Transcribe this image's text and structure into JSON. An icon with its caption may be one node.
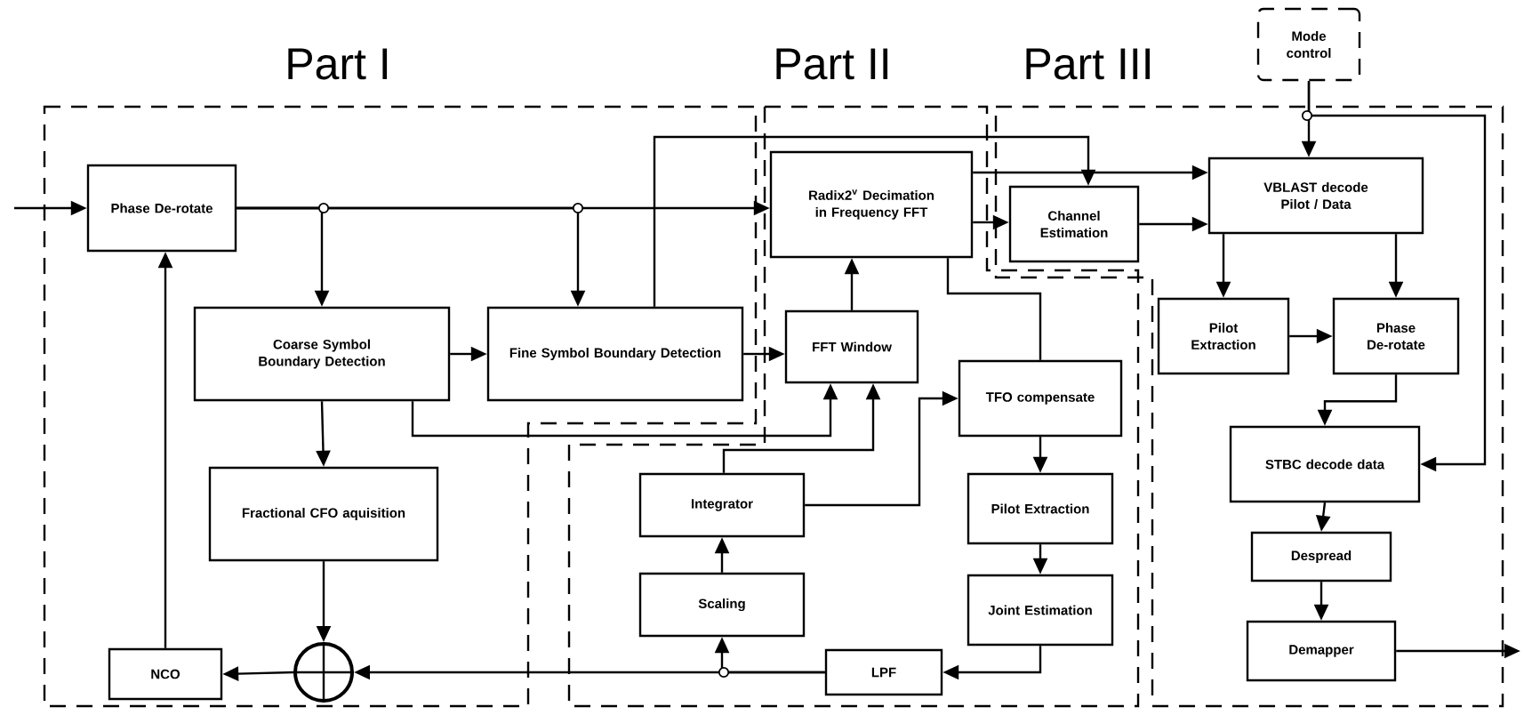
{
  "diagram": {
    "nodes": [
      {
        "text": [
          "Phase De-rotate"
        ]
      },
      {
        "text": [
          "Coarse Symbol Boundary Detection"
        ]
      },
      {
        "text": [
          "Fine Symbol Boundary Detection"
        ]
      },
      {
        "text": [
          "Radix2$^{v}$ Decimation in Frequency FFT"
        ]
      },
      {
        "text": [
          "Channel Estimation"
        ]
      },
      {
        "text": [
          "VBLAST decode Pilot / Data"
        ]
      },
      {
        "text": [
          "FFT Window"
        ]
      },
      {
        "text": [
          "TFO compensate"
        ]
      },
      {
        "text": [
          "Pilot Extraction"
        ]
      },
      {
        "text": [
          "Joint Estimation"
        ]
      },
      {
        "text": [
          "LPF"
        ]
      },
      {
        "text": [
          "Integrator"
        ]
      },
      {
        "text": [
          "Scaling"
        ]
      },
      {
        "text": [
          "Fractional CFO aquisition"
        ]
      },
      {
        "text": [
          "NCO"
        ]
      },
      {
        "text": [],
        "shape": "circle"
      },
      {
        "text": [
          "Pilot Extraction"
        ]
      },
      {
        "text": [
          "Phase De-rotate"
        ]
      },
      {
        "text": [
          "STBC decode data"
        ]
      },
      {
        "text": [
          "Despread"
        ]
      },
      {
        "text": [
          "Demapper"
        ]
      },
      {
        "text": [
          "Mode control"
        ]
      }
    ],
    "edges": [
      {
        "from": null,
        "to": 0,
        "arrow": "to"
      },
      {
        "from": 0,
        "to": 3,
        "arrow": "to"
      },
      {
        "from": 0,
        "to": 1,
        "arrow": "to"
      },
      {
        "from": 0,
        "to": 2,
        "arrow": "to"
      },
      {
        "from": 1,
        "to": 2,
        "arrow": "to"
      },
      {
        "from": 1,
        "to": 13,
        "arrow": "to"
      },
      {
        "from": 13,
        "to": 15,
        "arrow": "to"
      },
      {
        "from": 15,
        "to": 14,
        "arrow": "to"
      },
      {
        "from": 14,
        "to": 0,
        "arrow": "to"
      },
      {
        "from": 2,
        "to": 6,
        "arrow": "to"
      },
      {
        "from": 2,
        "to": 4,
        "arrow": "to"
      },
      {
        "from": 3,
        "to": 5,
        "arrow": "to"
      },
      {
        "from": 3,
        "to": 4,
        "arrow": "to"
      },
      {
        "from": 4,
        "to": 5,
        "arrow": "to"
      },
      {
        "from": 1,
        "to": 6,
        "arrow": "to"
      },
      {
        "from": 3,
        "to": 7,
        "arrow": "none"
      },
      {
        "from": 6,
        "to": 3,
        "arrow": "to"
      },
      {
        "from": 11,
        "to": 6,
        "arrow": "to"
      },
      {
        "from": 11,
        "to": 7,
        "arrow": "to"
      },
      {
        "from": 7,
        "to": 8,
        "arrow": "to"
      },
      {
        "from": 8,
        "to": 9,
        "arrow": "to"
      },
      {
        "from": 9,
        "to": 10,
        "arrow": "to"
      },
      {
        "from": 10,
        "to": 15,
        "arrow": "to"
      },
      {
        "from": 10,
        "to": 12,
        "arrow": "to"
      },
      {
        "from": 12,
        "to": 11,
        "arrow": "to"
      },
      {
        "from": 21,
        "to": 5,
        "arrow": "to"
      },
      {
        "from": 21,
        "to": 18,
        "arrow": "to"
      },
      {
        "from": 5,
        "to": 16,
        "arrow": "to"
      },
      {
        "from": 5,
        "to": 17,
        "arrow": "to"
      },
      {
        "from": 16,
        "to": 17,
        "arrow": "to"
      },
      {
        "from": 17,
        "to": 18,
        "arrow": "to"
      },
      {
        "from": 18,
        "to": 19,
        "arrow": "to"
      },
      {
        "from": 19,
        "to": 20,
        "arrow": "to"
      },
      {
        "from": 20,
        "to": null,
        "arrow": "to"
      }
    ],
    "labels": [
      "Part I",
      "Part II",
      "Part III"
    ]
  }
}
